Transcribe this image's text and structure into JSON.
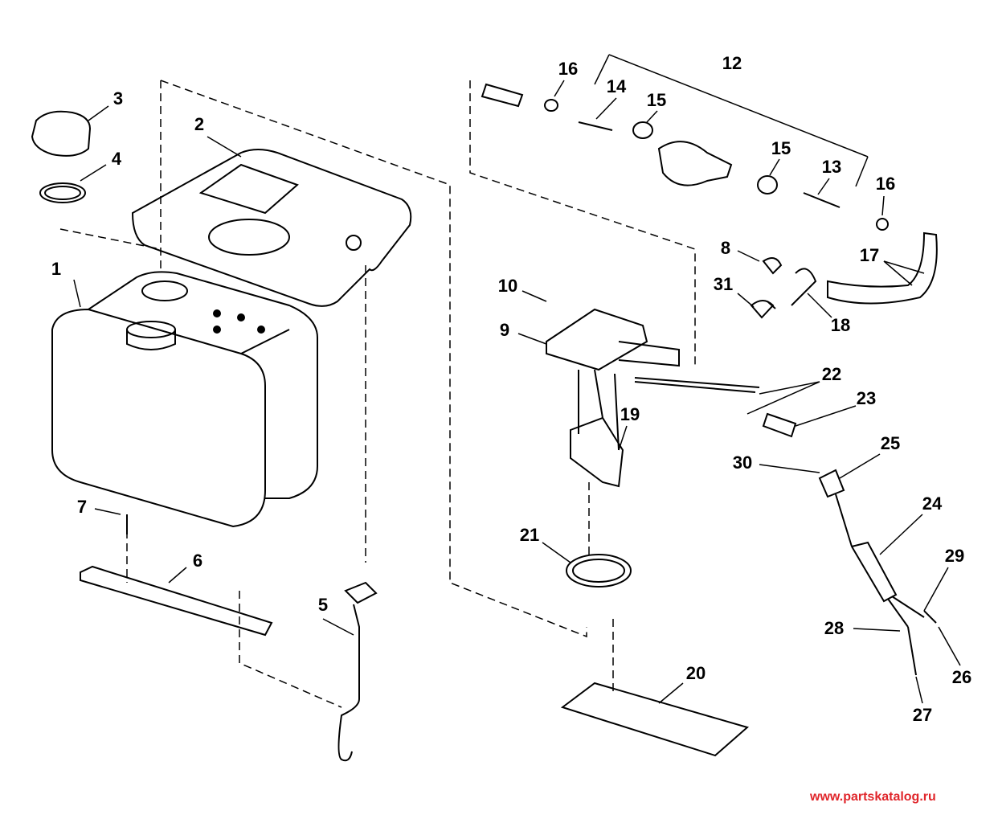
{
  "diagram": {
    "labels": [
      "1",
      "2",
      "3",
      "4",
      "5",
      "6",
      "7",
      "8",
      "9",
      "10",
      "12",
      "13",
      "14",
      "15",
      "15",
      "16",
      "16",
      "17",
      "18",
      "19",
      "20",
      "21",
      "22",
      "23",
      "24",
      "25",
      "26",
      "27",
      "28",
      "29",
      "30",
      "31"
    ]
  },
  "watermark": "www.partskatalog.ru",
  "colors": {
    "line": "#000000",
    "watermark": "#e0262b"
  }
}
